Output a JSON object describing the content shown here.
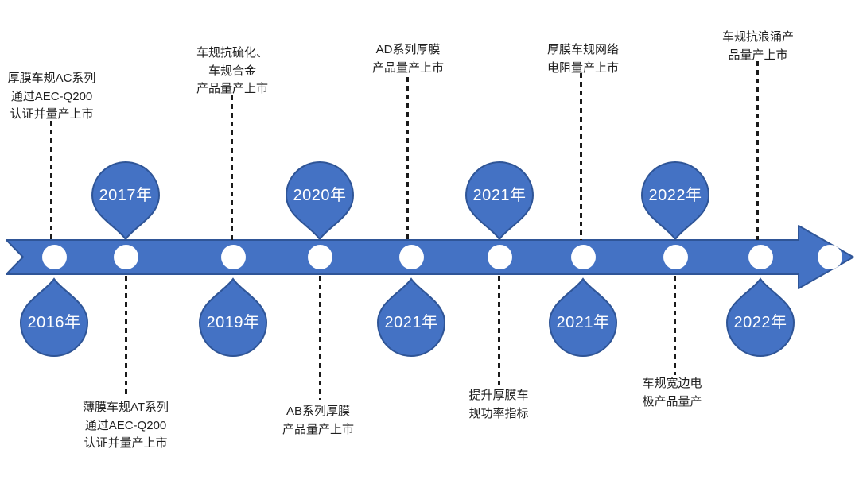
{
  "diagram": {
    "type": "timeline",
    "direction": "left-to-right",
    "unit_suffix": "年",
    "milestones": [
      {
        "year": "2016年",
        "year_position": "below",
        "label": "厚膜车规AC系列\n通过AEC-Q200\n认证并量产上市",
        "label_position": "above"
      },
      {
        "year": "2017年",
        "year_position": "above",
        "label": "薄膜车规AT系列\n通过AEC-Q200\n认证并量产上市",
        "label_position": "below"
      },
      {
        "year": "2019年",
        "year_position": "below",
        "label": "车规抗硫化、\n车规合金\n产品量产上市",
        "label_position": "above"
      },
      {
        "year": "2020年",
        "year_position": "above",
        "label": "AB系列厚膜\n产品量产上市",
        "label_position": "below"
      },
      {
        "year": "2021年",
        "year_position": "below",
        "label": "AD系列厚膜\n产品量产上市",
        "label_position": "above"
      },
      {
        "year": "2021年",
        "year_position": "above",
        "label": "提升厚膜车\n规功率指标",
        "label_position": "below"
      },
      {
        "year": "2021年",
        "year_position": "below",
        "label": "厚膜车规网络\n电阻量产上市",
        "label_position": "above"
      },
      {
        "year": "2022年",
        "year_position": "above",
        "label": "车规宽边电\n极产品量产",
        "label_position": "below"
      },
      {
        "year": "2022年",
        "year_position": "below",
        "label": "车规抗浪涌产\n品量产上市",
        "label_position": "above"
      }
    ],
    "colors": {
      "shape_fill": "#4472C4",
      "shape_border": "#2F5597",
      "node_fill": "#FFFFFF",
      "year_text": "#FFFFFF",
      "label_text": "#1F1F1F",
      "connector": "#1A1A1A",
      "background": "#FFFFFF"
    }
  }
}
